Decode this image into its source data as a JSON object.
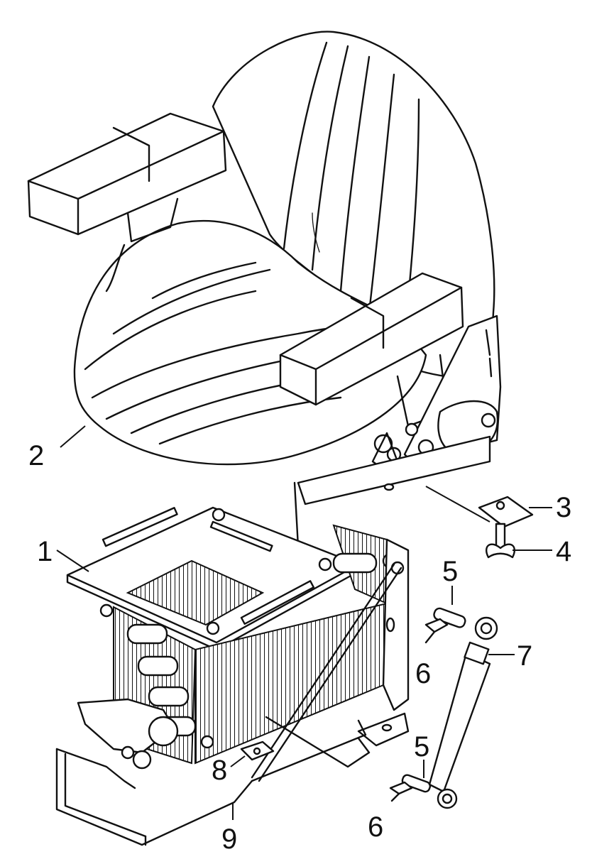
{
  "callouts": [
    {
      "id": "1",
      "label": "1"
    },
    {
      "id": "2",
      "label": "2"
    },
    {
      "id": "3",
      "label": "3"
    },
    {
      "id": "4",
      "label": "4"
    },
    {
      "id": "5a",
      "label": "5"
    },
    {
      "id": "6a",
      "label": "6"
    },
    {
      "id": "7",
      "label": "7"
    },
    {
      "id": "5b",
      "label": "5"
    },
    {
      "id": "8",
      "label": "8"
    },
    {
      "id": "6b",
      "label": "6"
    },
    {
      "id": "9",
      "label": "9"
    }
  ]
}
